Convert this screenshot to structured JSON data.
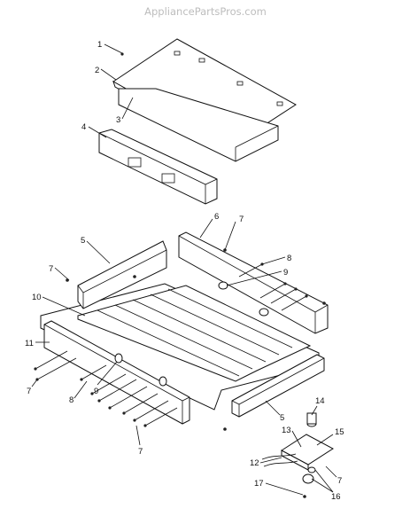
{
  "watermark": "AppliancePartsPros.com",
  "callouts": {
    "c1": "1",
    "c2": "2",
    "c3": "3",
    "c4": "4",
    "c5a": "5",
    "c5b": "5",
    "c6": "6",
    "c7a": "7",
    "c7b": "7",
    "c7c": "7",
    "c7d": "7",
    "c7e": "7",
    "c8a": "8",
    "c8b": "8",
    "c9a": "9",
    "c9b": "9",
    "c10": "10",
    "c11": "11",
    "c12": "12",
    "c13": "13",
    "c14": "14",
    "c15": "15",
    "c16": "16",
    "c17": "17"
  }
}
